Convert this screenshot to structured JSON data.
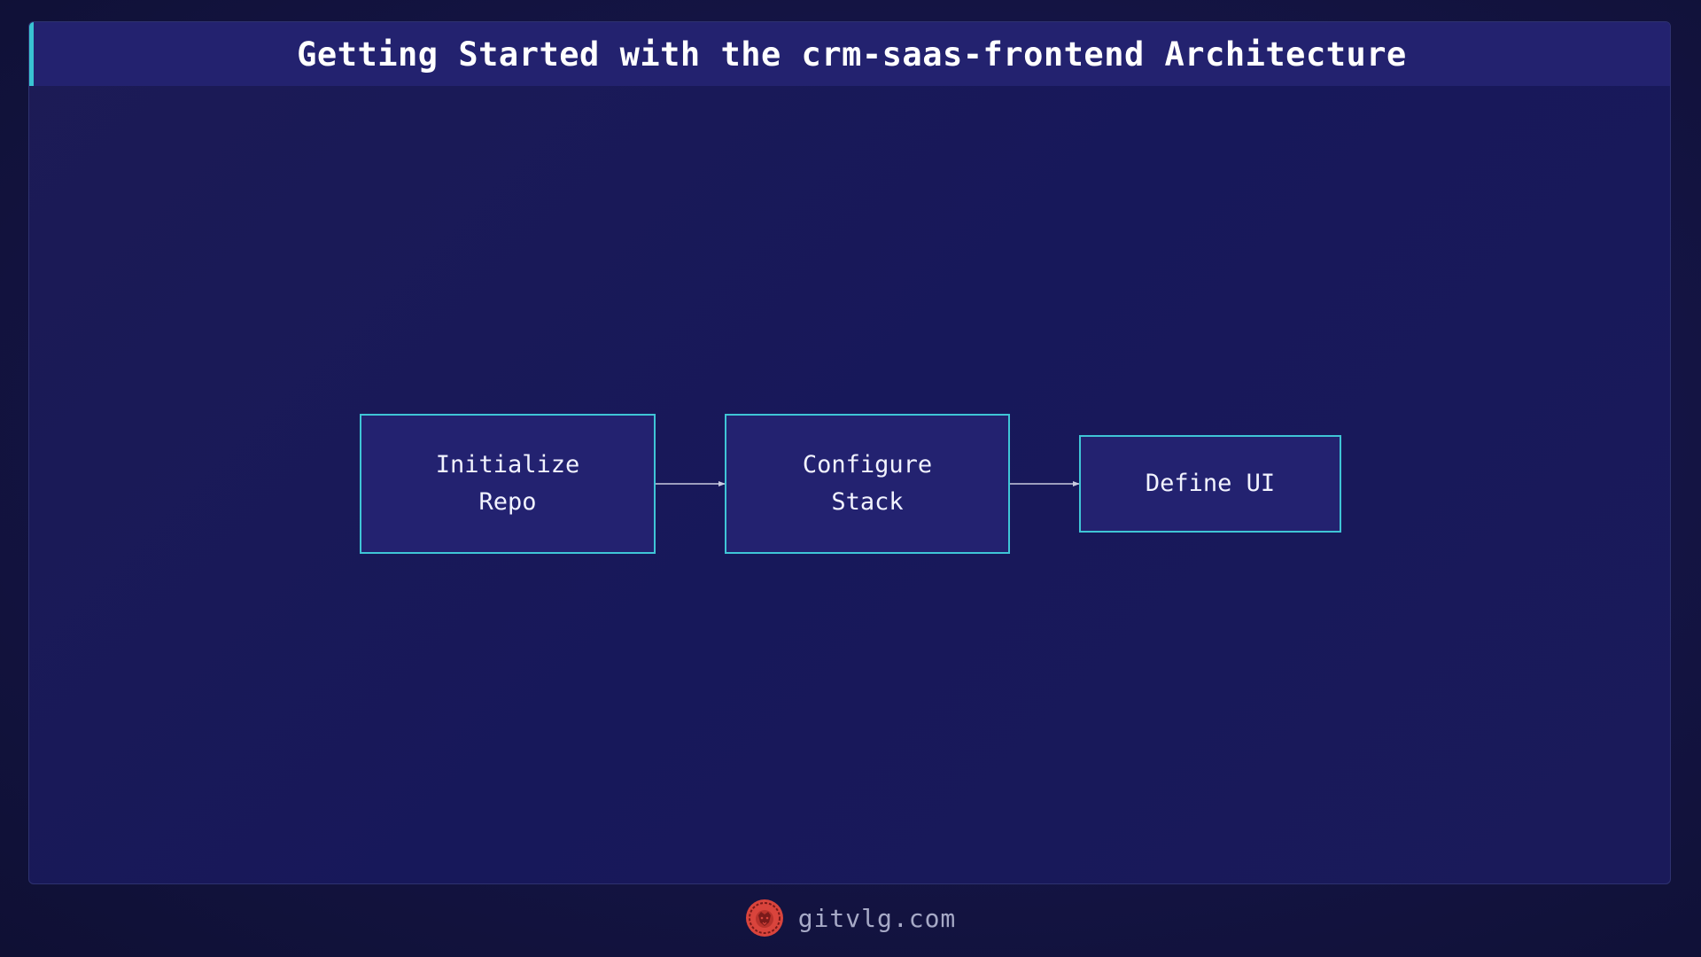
{
  "title": "Getting Started with the crm-saas-frontend Architecture",
  "diagram": {
    "nodes": [
      {
        "id": "init",
        "lines": [
          "Initialize",
          "Repo"
        ]
      },
      {
        "id": "config",
        "lines": [
          "Configure",
          "Stack"
        ]
      },
      {
        "id": "define",
        "lines": [
          "Define UI"
        ]
      }
    ],
    "edges": [
      {
        "from": "init",
        "to": "config"
      },
      {
        "from": "config",
        "to": "define"
      }
    ]
  },
  "footer": {
    "site": "gitvlg.com",
    "logo_icon": "lion-head-icon"
  },
  "colors": {
    "accent": "#3fc5d6",
    "node_fill": "#232270",
    "title_bar": "#23226f",
    "logo": "#d9443c"
  }
}
